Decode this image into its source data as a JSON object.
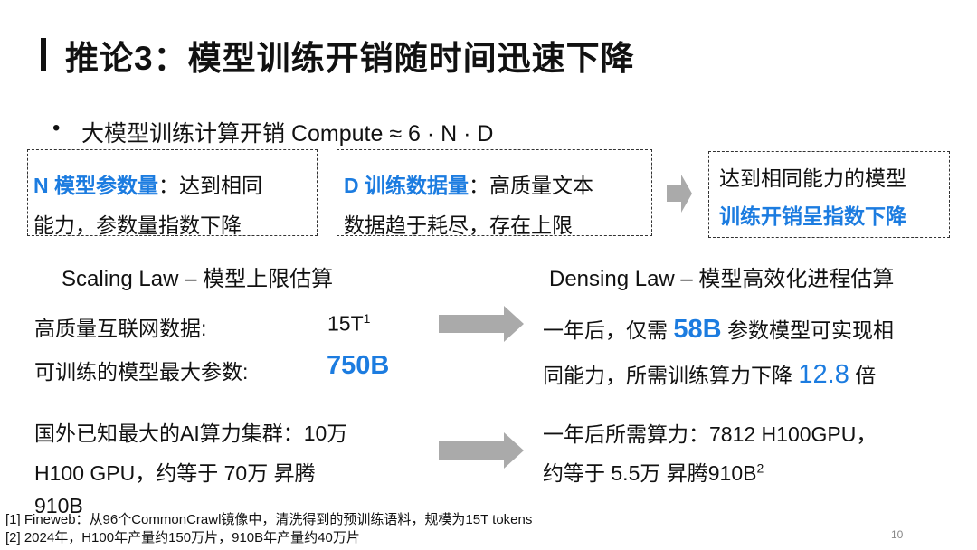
{
  "title": "推论3：模型训练开销随时间迅速下降",
  "bullet": {
    "symbol": "•",
    "text": "大模型训练计算开销  Compute ≈ 6 · N · D"
  },
  "boxes": [
    {
      "label": "N 模型参数量",
      "rest1": "：达到相同",
      "line2": "能力，参数量指数下降"
    },
    {
      "label": "D 训练数据量",
      "rest1": "：高质量文本",
      "line2": "数据趋于耗尽，存在上限"
    },
    {
      "line1": "达到相同能力的模型",
      "line2": "训练开销呈指数下降"
    }
  ],
  "scaling": {
    "heading": "Scaling Law  –  模型上限估算",
    "row1_label": "高质量互联网数据:",
    "row1_value": "15T",
    "row1_sup": "1",
    "row2_label": "可训练的模型最大参数:",
    "row2_value": "750B",
    "cluster_line1": "国外已知最大的AI算力集群：10万",
    "cluster_line2": "H100 GPU，约等于 70万 昇腾",
    "cluster_line3": "910B"
  },
  "densing": {
    "heading": "Densing Law  –  模型高效化进程估算",
    "l1_pre": "一年后，仅需 ",
    "l1_value": "58B",
    "l1_post": " 参数模型可实现相",
    "l2_pre": "同能力，所需训练算力下降 ",
    "l2_value": "12.8",
    "l2_post": " 倍",
    "c1": "一年后所需算力：7812 H100GPU，",
    "c2": "约等于 5.5万 昇腾910B",
    "c2_sup": "2"
  },
  "footnotes": [
    "[1] Fineweb：从96个CommonCrawl镜像中，清洗得到的预训练语料，规模为15T tokens",
    "[2] 2024年，H100年产量约150万片，910B年产量约40万片"
  ],
  "page_number": "10",
  "colors": {
    "accent": "#1c7ce0",
    "arrow": "#aaaaaa"
  }
}
